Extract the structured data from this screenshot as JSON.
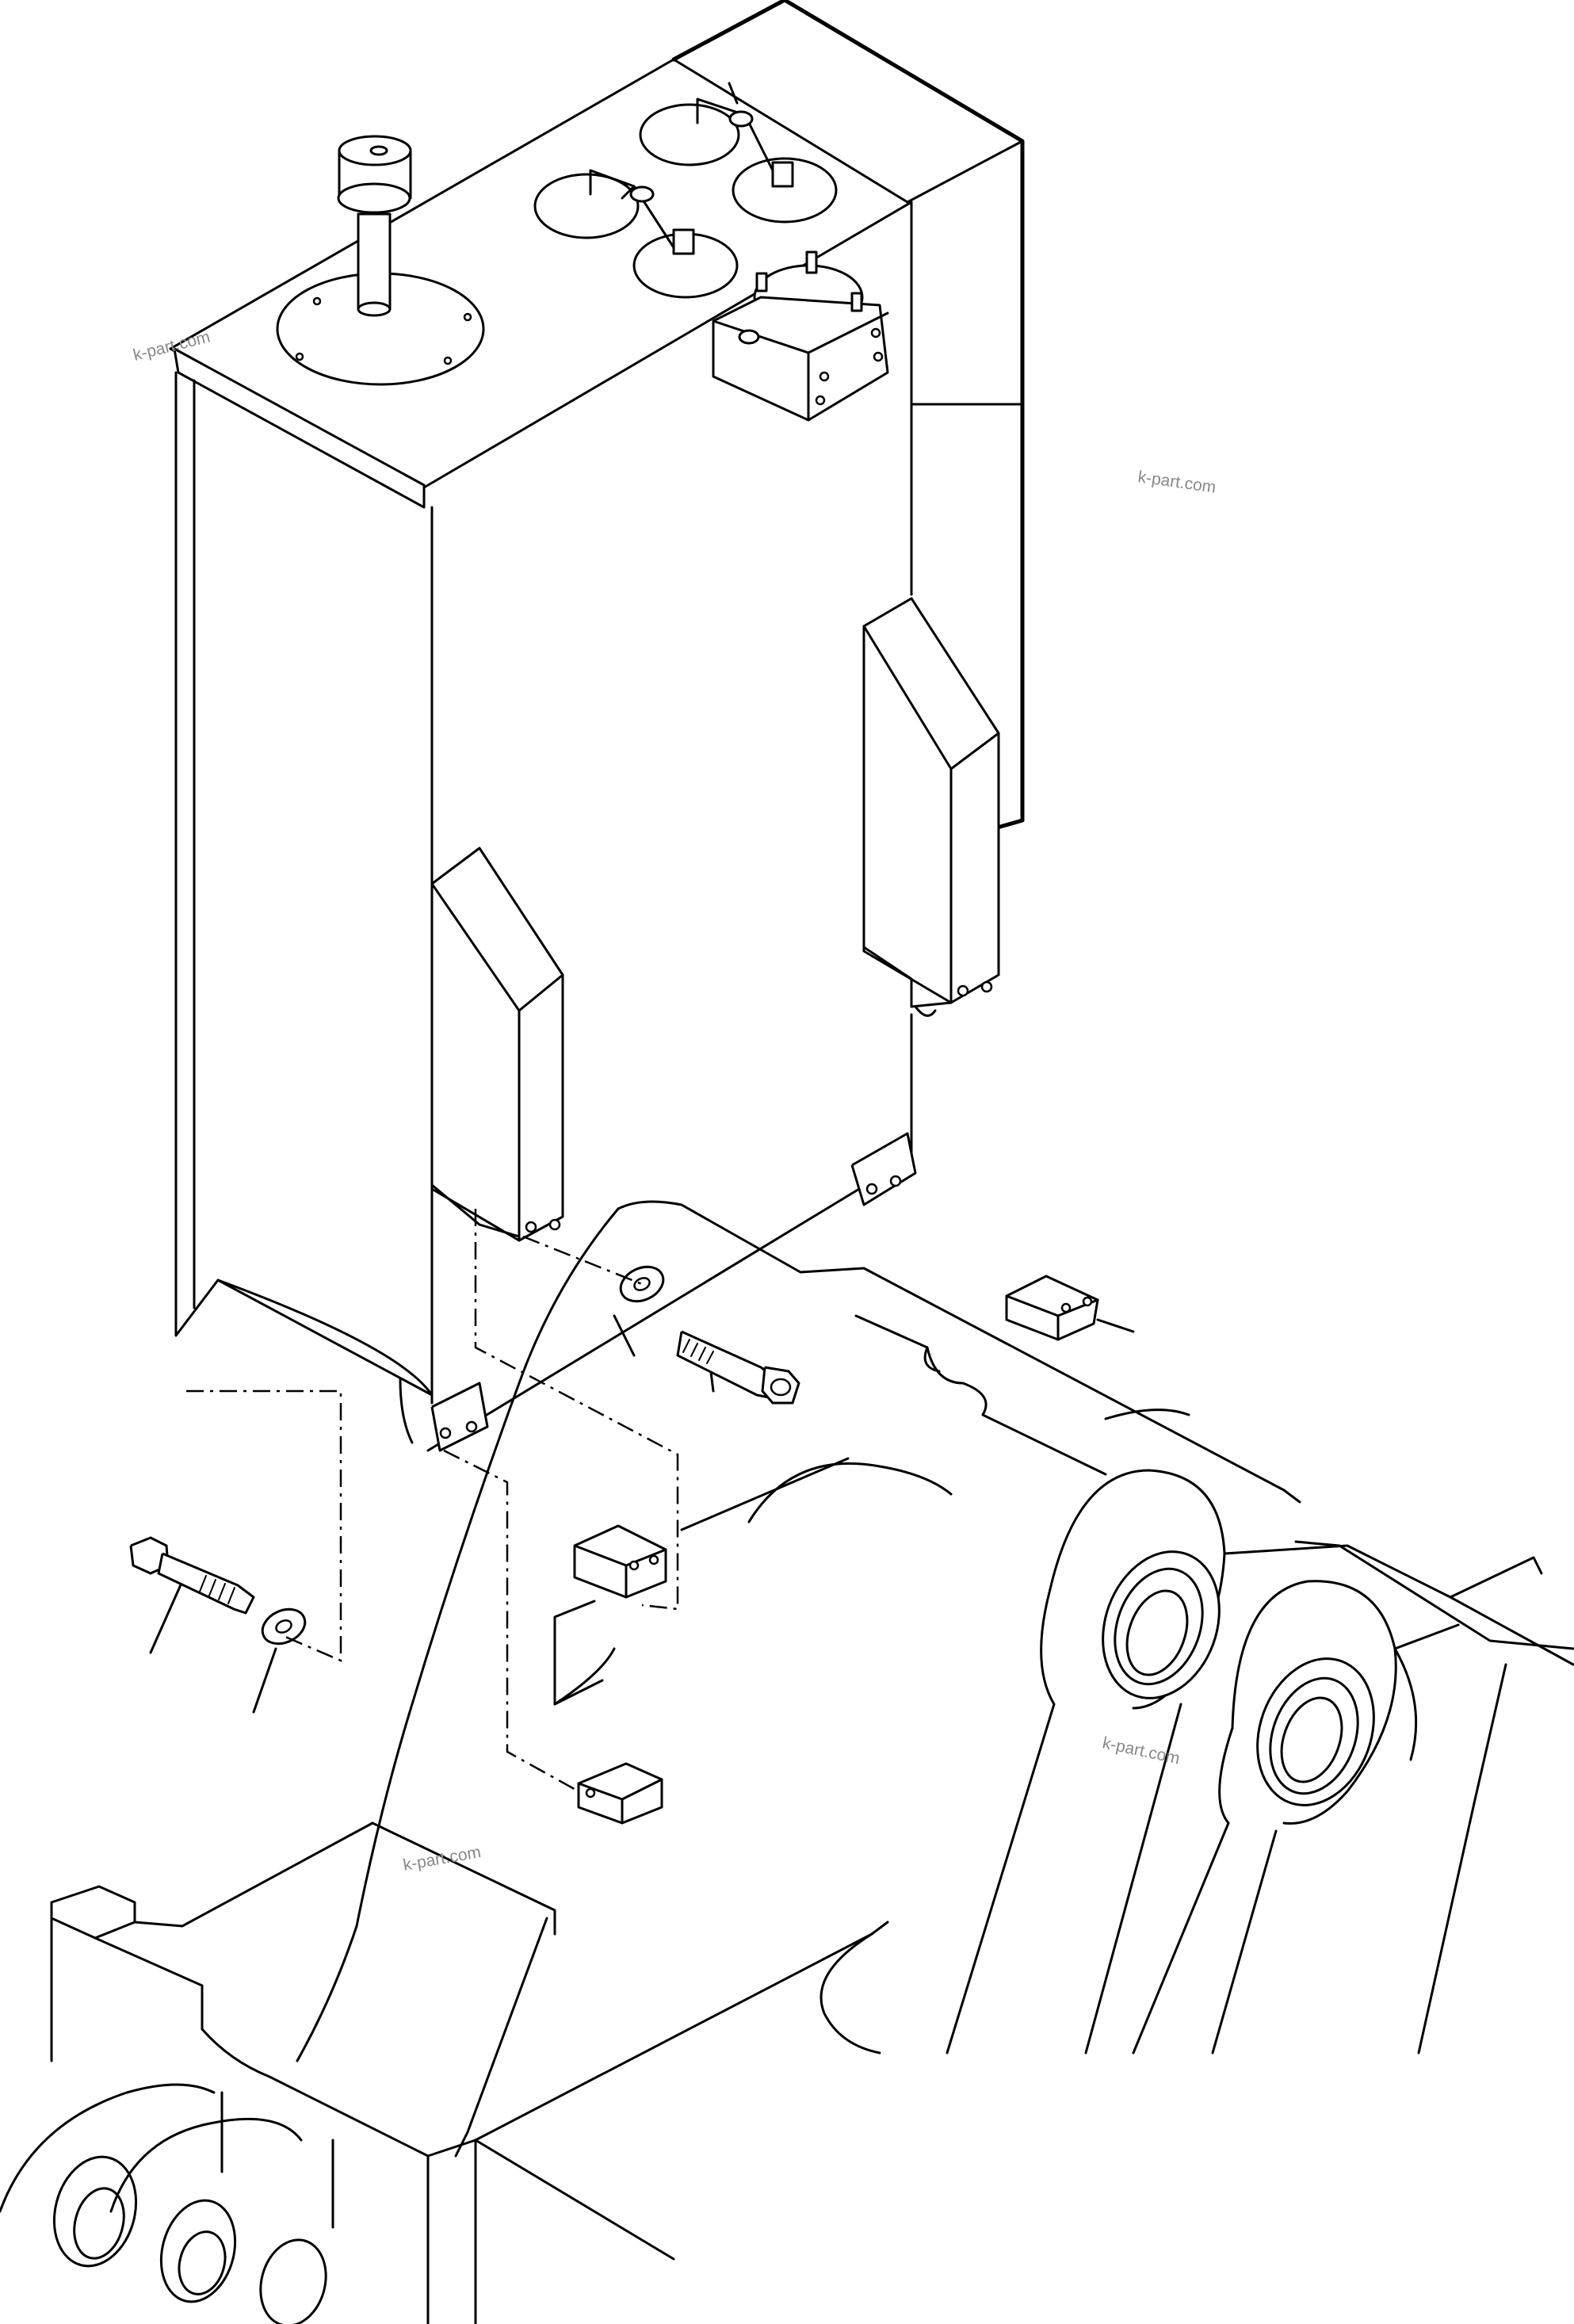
{
  "watermarks": [
    {
      "text": "k-part.com",
      "rotate": -14
    },
    {
      "text": "k-part.com",
      "rotate": 8
    },
    {
      "text": "k-part.com",
      "rotate": 12
    },
    {
      "text": "k-part.com",
      "rotate": -10
    }
  ],
  "colors": {
    "line": "#000000",
    "background": "#ffffff",
    "watermark": "#888888"
  }
}
